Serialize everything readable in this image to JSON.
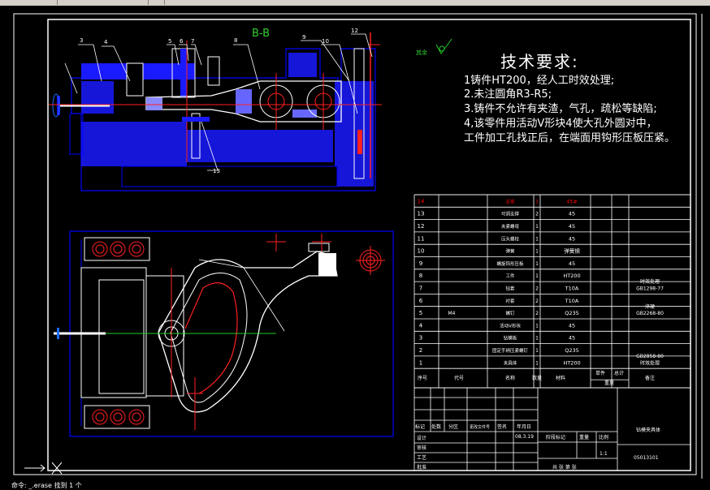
{
  "section_label": "B-B",
  "roughness_label": "其余",
  "tech_requirements": {
    "title": "技术要求:",
    "lines": [
      "1铸件HT200，经人工时效处理;",
      "2.未注圆角R3-R5;",
      "3.铸件不允许有夹渣，气孔，疏松等缺陷;",
      "4,该零件用活动V形块4使大孔外圆对中，",
      "工件加工孔找正后，在端面用钩形压板压紧。"
    ]
  },
  "part_numbers": [
    "3",
    "4",
    "5",
    "6",
    "7",
    "8",
    "9",
    "10",
    "12",
    "13"
  ],
  "bom": {
    "rows": [
      {
        "no": "14",
        "name": "支撑",
        "qty": "1",
        "material": "45#",
        "note": ""
      },
      {
        "no": "13",
        "name": "可调支撑",
        "qty": "2",
        "material": "45",
        "note": ""
      },
      {
        "no": "12",
        "name": "夹紧螺母",
        "qty": "1",
        "material": "45",
        "note": ""
      },
      {
        "no": "11",
        "name": "压头螺栓",
        "qty": "1",
        "material": "45",
        "note": ""
      },
      {
        "no": "10",
        "name": "弹簧",
        "qty": "1",
        "material": "弹簧钢",
        "note": ""
      },
      {
        "no": "9",
        "name": "螺旋钩形压板",
        "qty": "1",
        "material": "45",
        "note": ""
      },
      {
        "no": "8",
        "name": "工件",
        "qty": "1",
        "material": "HT200",
        "note": "时效处理"
      },
      {
        "no": "7",
        "name": "钻套",
        "qty": "2",
        "material": "T10A",
        "note": "GB1298-77"
      },
      {
        "no": "6",
        "name": "衬套",
        "qty": "2",
        "material": "T10A",
        "note": "淬硬"
      },
      {
        "no": "5",
        "code": "M4",
        "name": "螺钉",
        "qty": "2",
        "material": "Q235",
        "note": "GB2268-80"
      },
      {
        "no": "4",
        "name": "活动V形块",
        "qty": "1",
        "material": "45",
        "note": ""
      },
      {
        "no": "3",
        "name": "钻模板",
        "qty": "1",
        "material": "45",
        "note": ""
      },
      {
        "no": "2",
        "name": "固定手柄压紧螺钉",
        "qty": "1",
        "material": "Q235",
        "note": "GB2858-80"
      },
      {
        "no": "1",
        "name": "夹具体",
        "qty": "1",
        "material": "HT200",
        "note": "时效处理"
      }
    ],
    "header": {
      "no": "序号",
      "code": "代号",
      "name": "名称",
      "qty": "数量",
      "material": "材料",
      "unit": "单件",
      "total": "总计",
      "weight": "重量",
      "note": "备注"
    }
  },
  "title_block": {
    "labels_row": [
      "标记",
      "处数",
      "分区",
      "更改文件号",
      "签名",
      "年月日"
    ],
    "design": "设计",
    "review": "审核",
    "process": "工艺",
    "approve": "批准",
    "date": "08.3.19",
    "stage": "阶段标记",
    "weight": "重量",
    "ratio": "比例",
    "scale": "1:1",
    "sheets": "共  张  第  张",
    "drawing_name": "钻模夹具体",
    "drawing_no": "05013101"
  },
  "command_line": "命令: _.erase 找到 1 个",
  "colors": {
    "outline": "#ffffff",
    "part": "#0000ff",
    "hatch": "#3333ff",
    "center": "#ff2222",
    "green": "#22cc22",
    "red_lines": "#ff3030",
    "magenta": "#cc44cc",
    "text_red": "#ff0000"
  }
}
